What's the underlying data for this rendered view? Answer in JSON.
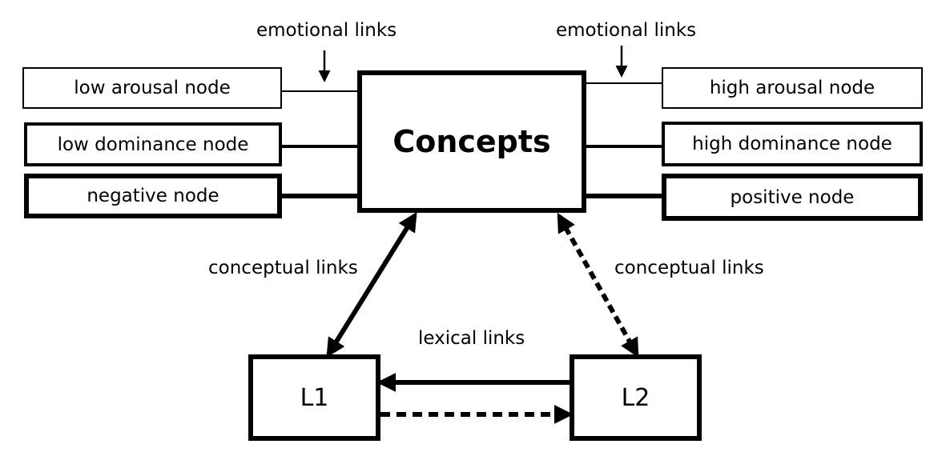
{
  "diagram": {
    "center_node": "Concepts",
    "left_nodes": [
      "low arousal node",
      "low dominance node",
      "negative node"
    ],
    "right_nodes": [
      "high arousal node",
      "high dominance node",
      "positive node"
    ],
    "language_nodes": [
      "L1",
      "L2"
    ],
    "link_labels": {
      "emotional_left": "emotional links",
      "emotional_right": "emotional links",
      "conceptual_left": "conceptual links",
      "conceptual_right": "conceptual links",
      "lexical": "lexical links"
    }
  }
}
